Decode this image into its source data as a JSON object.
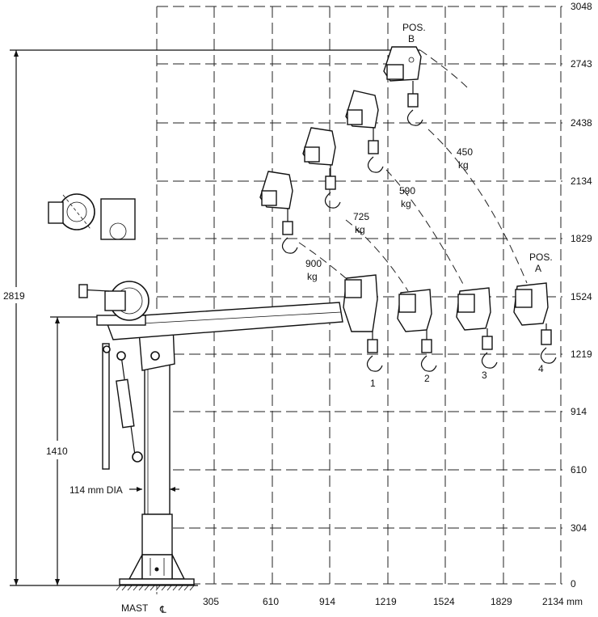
{
  "x_ticks": [
    "305",
    "610",
    "914",
    "1219",
    "1524",
    "1829",
    "2134 mm"
  ],
  "y_ticks": [
    "3048",
    "2743",
    "2438",
    "2134",
    "1829",
    "1524",
    "1219",
    "914",
    "610",
    "304",
    "0"
  ],
  "positions": {
    "pos_b": [
      "POS.",
      "B"
    ],
    "pos_a": [
      "POS.",
      "A"
    ]
  },
  "loads": [
    {
      "value": "900",
      "unit": "kg"
    },
    {
      "value": "725",
      "unit": "kg"
    },
    {
      "value": "590",
      "unit": "kg"
    },
    {
      "value": "450",
      "unit": "kg"
    }
  ],
  "boom_positions": [
    "1",
    "2",
    "3",
    "4"
  ],
  "dimensions": {
    "overall_height": "2819",
    "pivot_height": "1410",
    "mast_diameter": "114 mm DIA",
    "mast_centerline": "MAST"
  }
}
